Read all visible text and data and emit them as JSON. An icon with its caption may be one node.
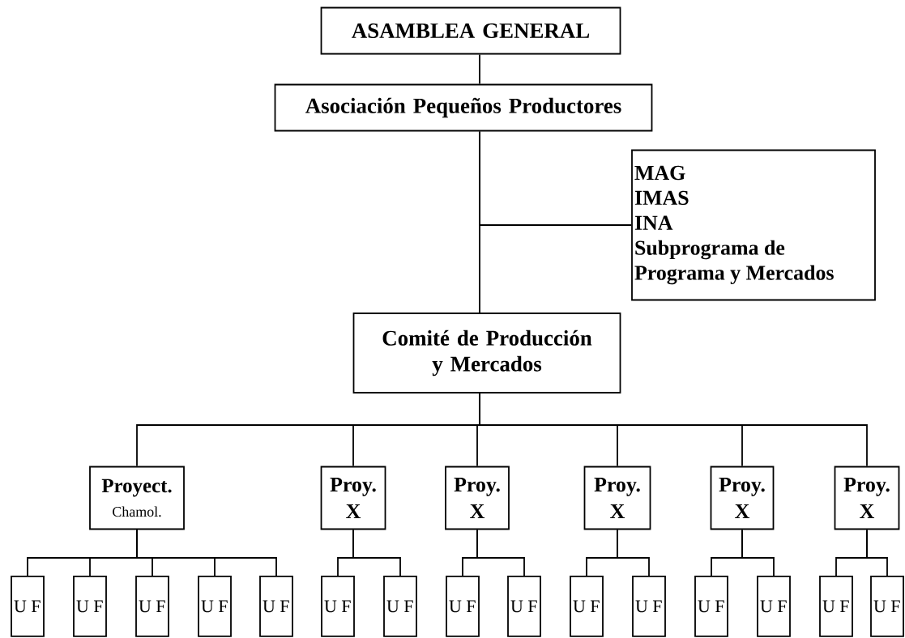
{
  "diagram": {
    "nodes": [
      {
        "text": [
          "ASAMBLEA GENERAL"
        ]
      },
      {
        "text": [
          "Asociación Pequeños Productores"
        ]
      },
      {
        "text": [
          "MAG",
          "IMAS",
          "INA",
          "Subprograma de Programa y Mercados"
        ]
      },
      {
        "text": [
          "Comité de Producción y Mercados"
        ]
      },
      {
        "text": [
          "Proyect.",
          "Chamol."
        ]
      },
      {
        "text": [
          "Proy. X"
        ]
      },
      {
        "text": [
          "Proy. X"
        ]
      },
      {
        "text": [
          "Proy. X"
        ]
      },
      {
        "text": [
          "Proy. X"
        ]
      },
      {
        "text": [
          "Proy. X"
        ]
      },
      {
        "text": [
          "U F"
        ]
      },
      {
        "text": [
          "U F"
        ]
      },
      {
        "text": [
          "U F"
        ]
      },
      {
        "text": [
          "U F"
        ]
      },
      {
        "text": [
          "U F"
        ]
      },
      {
        "text": [
          "U F"
        ]
      },
      {
        "text": [
          "U F"
        ]
      },
      {
        "text": [
          "U F"
        ]
      },
      {
        "text": [
          "U F"
        ]
      },
      {
        "text": [
          "U F"
        ]
      },
      {
        "text": [
          "U F"
        ]
      },
      {
        "text": [
          "U F"
        ]
      },
      {
        "text": [
          "U F"
        ]
      },
      {
        "text": [
          "U F"
        ]
      },
      {
        "text": [
          "U F"
        ]
      }
    ],
    "edges": [
      {
        "from": 0,
        "to": 1,
        "arrow": "none"
      },
      {
        "from": 1,
        "to": 3,
        "arrow": "none"
      },
      {
        "from": 2,
        "to": 1,
        "arrow": "none"
      },
      {
        "from": 3,
        "to": 4,
        "arrow": "none"
      },
      {
        "from": 3,
        "to": 5,
        "arrow": "none"
      },
      {
        "from": 3,
        "to": 6,
        "arrow": "none"
      },
      {
        "from": 3,
        "to": 7,
        "arrow": "none"
      },
      {
        "from": 3,
        "to": 8,
        "arrow": "none"
      },
      {
        "from": 3,
        "to": 9,
        "arrow": "none"
      },
      {
        "from": 4,
        "to": 10,
        "arrow": "none"
      },
      {
        "from": 4,
        "to": 11,
        "arrow": "none"
      },
      {
        "from": 4,
        "to": 12,
        "arrow": "none"
      },
      {
        "from": 4,
        "to": 13,
        "arrow": "none"
      },
      {
        "from": 4,
        "to": 14,
        "arrow": "none"
      },
      {
        "from": 5,
        "to": 15,
        "arrow": "none"
      },
      {
        "from": 5,
        "to": 16,
        "arrow": "none"
      },
      {
        "from": 6,
        "to": 17,
        "arrow": "none"
      },
      {
        "from": 6,
        "to": 18,
        "arrow": "none"
      },
      {
        "from": 7,
        "to": 19,
        "arrow": "none"
      },
      {
        "from": 7,
        "to": 20,
        "arrow": "none"
      },
      {
        "from": 8,
        "to": 21,
        "arrow": "none"
      },
      {
        "from": 8,
        "to": 22,
        "arrow": "none"
      },
      {
        "from": 9,
        "to": 23,
        "arrow": "none"
      },
      {
        "from": 9,
        "to": 24,
        "arrow": "none"
      }
    ]
  }
}
